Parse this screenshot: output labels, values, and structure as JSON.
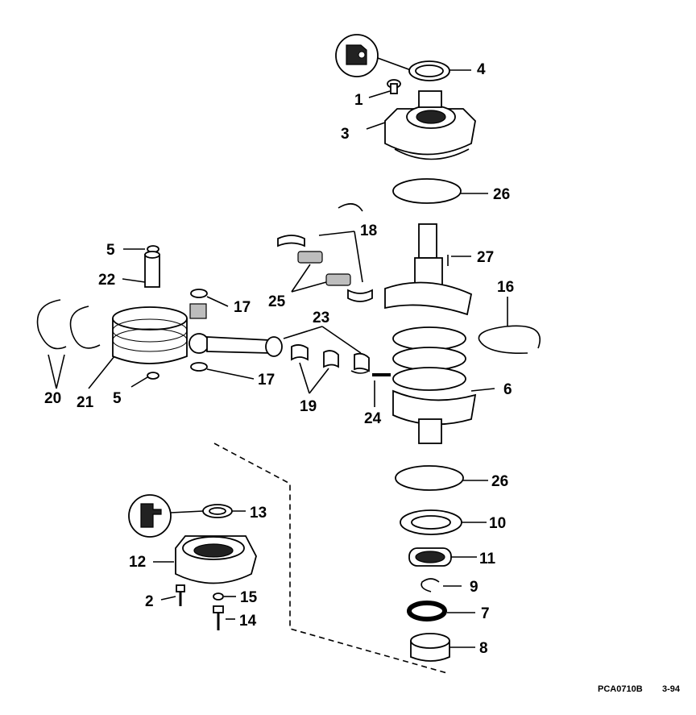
{
  "diagram": {
    "labels": {
      "p1": "1",
      "p2": "2",
      "p3": "3",
      "p4": "4",
      "p5a": "5",
      "p5b": "5",
      "p6": "6",
      "p7": "7",
      "p8": "8",
      "p9": "9",
      "p10": "10",
      "p11": "11",
      "p12": "12",
      "p13": "13",
      "p14": "14",
      "p15": "15",
      "p16": "16",
      "p17a": "17",
      "p17b": "17",
      "p18": "18",
      "p19": "19",
      "p20": "20",
      "p21": "21",
      "p22": "22",
      "p23": "23",
      "p24": "24",
      "p25": "25",
      "p26a": "26",
      "p26b": "26",
      "p27": "27"
    },
    "footer": {
      "code": "PCA0710B",
      "date": "3-94"
    }
  }
}
